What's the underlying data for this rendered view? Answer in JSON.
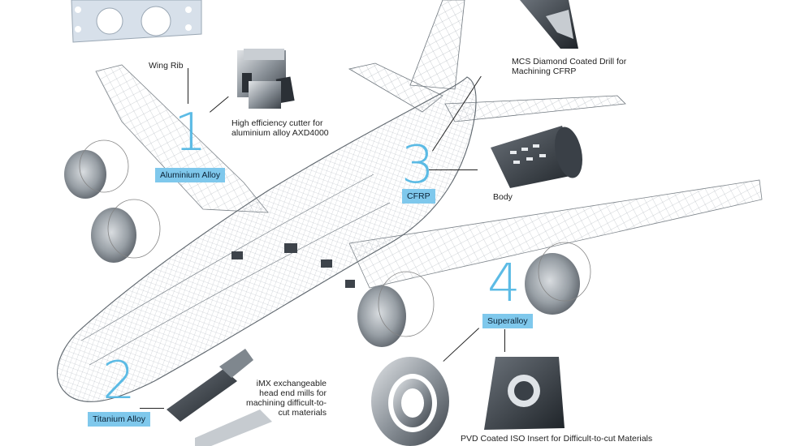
{
  "groups": [
    {
      "number": "1",
      "tag": "Aluminium Alloy",
      "items": [
        {
          "caption": "Wing Rib"
        },
        {
          "caption": "High efficiency cutter for aluminium alloy AXD4000"
        }
      ]
    },
    {
      "number": "2",
      "tag": "Titanium Alloy",
      "items": [
        {
          "caption": "iMX exchangeable head end mills for machining difficult-to-cut materials"
        }
      ]
    },
    {
      "number": "3",
      "tag": "CFRP",
      "items": [
        {
          "caption": "MCS Diamond Coated Drill for Machining CFRP"
        },
        {
          "caption": "Body"
        }
      ]
    },
    {
      "number": "4",
      "tag": "Superalloy",
      "items": [
        {
          "caption": "PVD Coated ISO Insert for Difficult-to-cut Materials"
        }
      ]
    }
  ],
  "colors": {
    "accent": "#7fc8ec",
    "number": "#4fb6e3",
    "line": "#222222"
  }
}
